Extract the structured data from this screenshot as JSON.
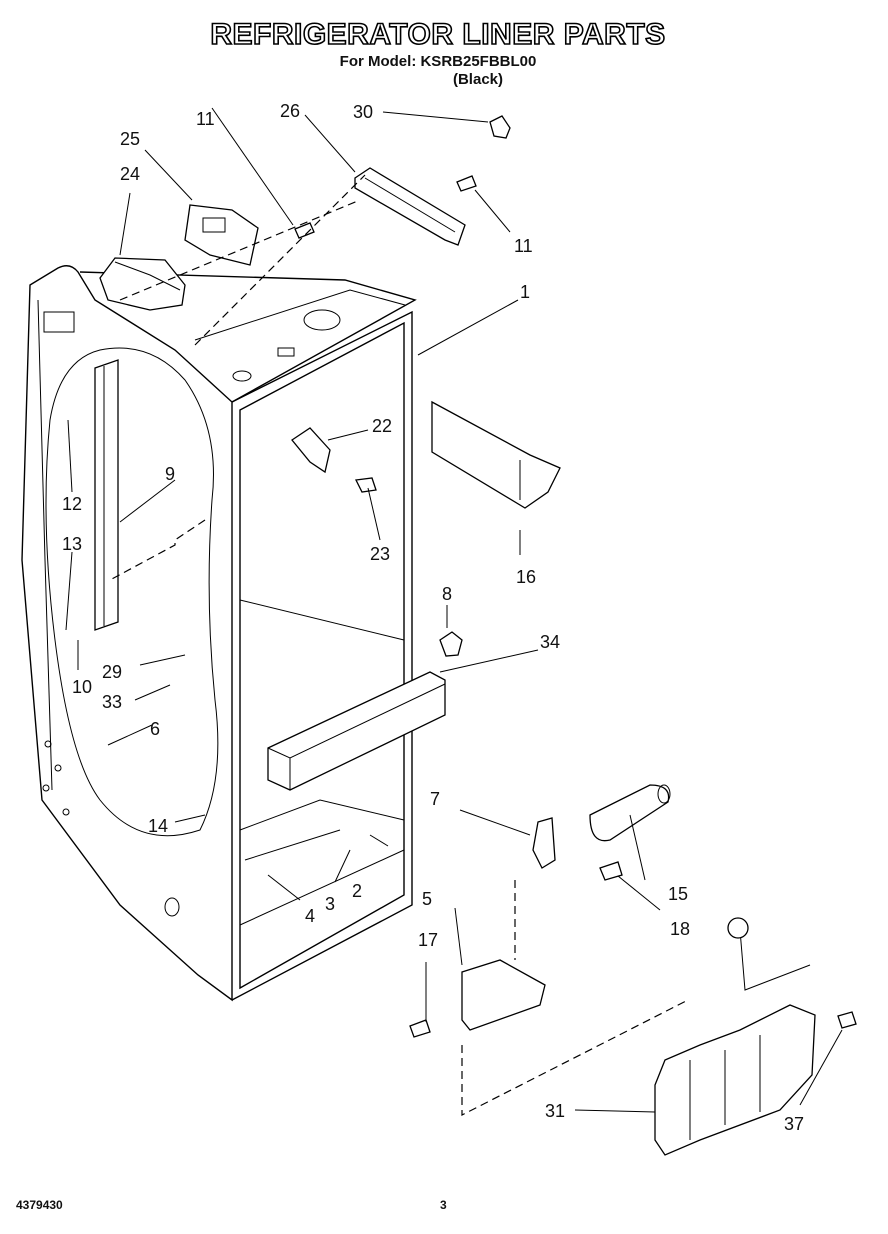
{
  "header": {
    "title": "REFRIGERATOR LINER PARTS",
    "model_line": "For Model: KSRB25FBBL00",
    "variant": "(Black)"
  },
  "footer": {
    "doc_number": "4379430",
    "page_number": "3"
  },
  "callouts": {
    "c1": "1",
    "c2": "2",
    "c3": "3",
    "c4": "4",
    "c5": "5",
    "c6": "6",
    "c7": "7",
    "c8": "8",
    "c9": "9",
    "c10": "10",
    "c11a": "11",
    "c11b": "11",
    "c12": "12",
    "c13": "13",
    "c14": "14",
    "c15": "15",
    "c16": "16",
    "c17": "17",
    "c18": "18",
    "c22": "22",
    "c23": "23",
    "c24": "24",
    "c25": "25",
    "c26": "26",
    "c29": "29",
    "c30": "30",
    "c31": "31",
    "c33": "33",
    "c34": "34",
    "c37": "37"
  }
}
